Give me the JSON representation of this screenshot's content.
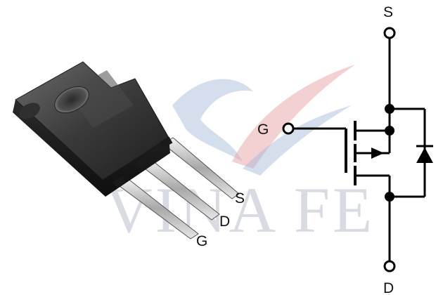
{
  "watermark": {
    "text": "VINA FE"
  },
  "package": {
    "leads": {
      "source": "S",
      "drain": "D",
      "gate": "G"
    }
  },
  "schematic": {
    "source_label": "S",
    "gate_label": "G",
    "drain_label": "D"
  },
  "colors": {
    "background": "#ffffff",
    "line": "#000000",
    "watermark_gray": "#b9bfcc",
    "watermark_red": "#e7a3a8",
    "watermark_blue": "#9fb6d8"
  }
}
